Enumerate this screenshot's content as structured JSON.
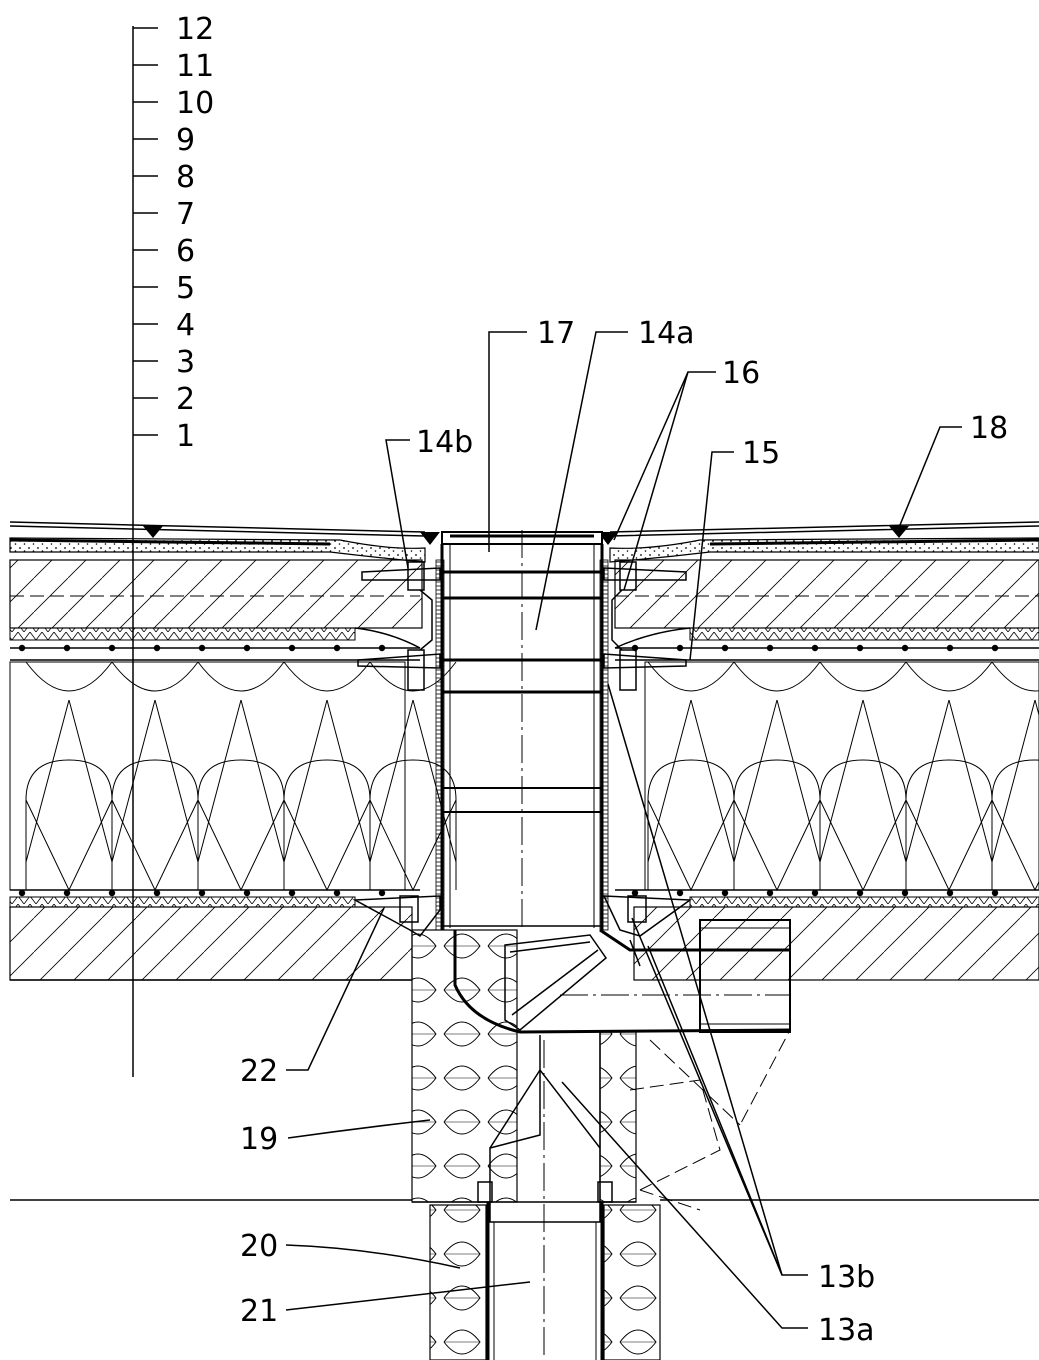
{
  "scale_labels": [
    "12",
    "11",
    "10",
    "9",
    "8",
    "7",
    "6",
    "5",
    "4",
    "3",
    "2",
    "1"
  ],
  "callouts": {
    "c17": "17",
    "c14a": "14a",
    "c16": "16",
    "c14b": "14b",
    "c15": "15",
    "c18": "18",
    "c22": "22",
    "c19": "19",
    "c20": "20",
    "c21": "21",
    "c13b": "13b",
    "c13a": "13a"
  }
}
